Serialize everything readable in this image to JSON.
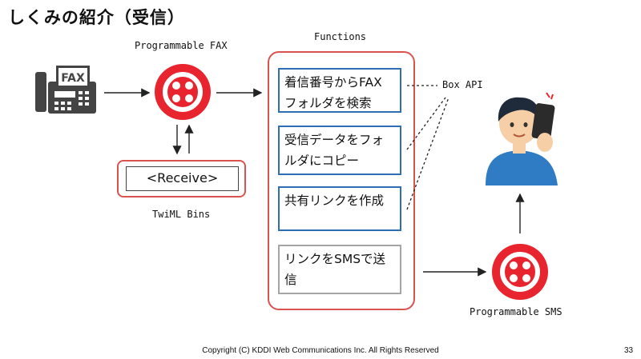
{
  "title": "しくみの紹介（受信）",
  "labels": {
    "programmable_fax": "Programmable FAX",
    "functions": "Functions",
    "twiml_bins": "TwiML Bins",
    "programmable_sms": "Programmable SMS",
    "box_api": "Box API"
  },
  "receive_box": "<Receive>",
  "fax_icon_text": "FAX",
  "functions_steps": [
    {
      "line1": "着信番号からFAX",
      "line2": "フォルダを検索"
    },
    {
      "line1": "受信データをフォ",
      "line2": "ルダにコピー"
    },
    {
      "line1": "共有リンクを作成",
      "line2": ""
    },
    {
      "line1": "リンクをSMSで送",
      "line2": "信"
    }
  ],
  "footer": "Copyright (C) KDDI Web Communications Inc. All Rights Reserved",
  "page_number": "33",
  "colors": {
    "twilio_red": "#e8242f",
    "group_border": "#d9534f",
    "step_border_blue": "#2f6db5",
    "step_border_gray": "#a5a5a5"
  }
}
